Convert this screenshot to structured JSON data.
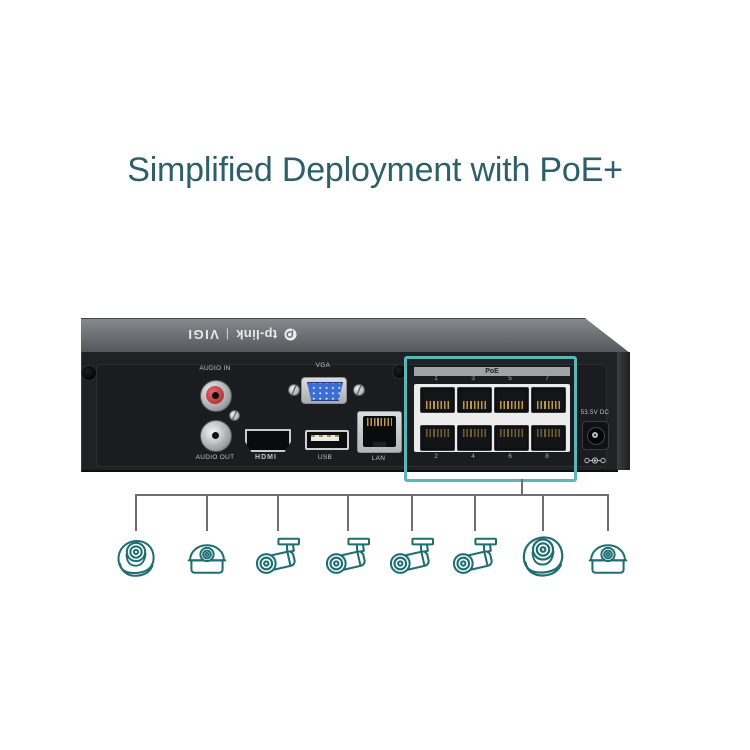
{
  "title": "Simplified Deployment with PoE+",
  "colors": {
    "accent_teal": "#58b7b9",
    "camera_icon_teal": "#1e6e74",
    "title_teal": "#2d5f69",
    "connector_gray": "#6e6f72"
  },
  "device": {
    "logo": {
      "brand": "tp-link",
      "divider": "|",
      "series": "VIGI"
    },
    "audio_in_label": "AUDIO IN",
    "audio_out_label": "AUDIO OUT",
    "hdmi_label": "HDMI",
    "vga_label": "VGA",
    "usb_label": "USB",
    "lan_label": "LAN",
    "power_label": "53.5V DC",
    "poe": {
      "header": "PoE",
      "top_numbers": [
        "1",
        "3",
        "5",
        "7"
      ],
      "bottom_numbers": [
        "2",
        "4",
        "6",
        "8"
      ]
    }
  },
  "cameras": [
    {
      "type": "turret"
    },
    {
      "type": "dome"
    },
    {
      "type": "bullet"
    },
    {
      "type": "bullet"
    },
    {
      "type": "bullet"
    },
    {
      "type": "bullet"
    },
    {
      "type": "turret"
    },
    {
      "type": "dome"
    }
  ]
}
